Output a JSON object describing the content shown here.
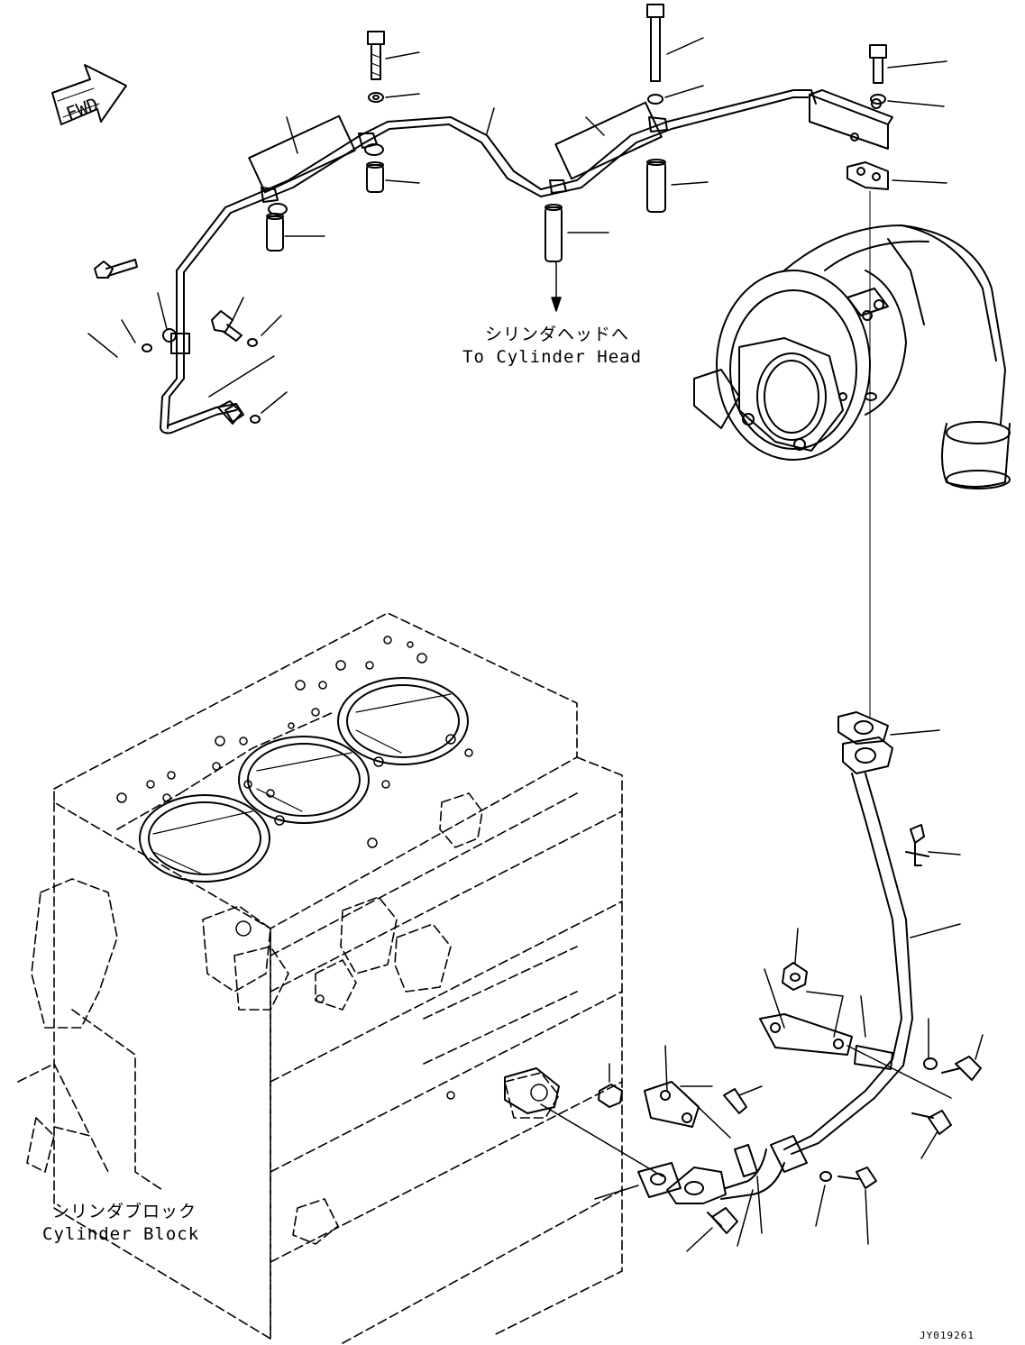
{
  "diagram": {
    "fwd_label": "FWD",
    "labels": {
      "cylinder_head_jp": "シリンダヘッドへ",
      "cylinder_head_en": "To Cylinder Head",
      "cylinder_block_jp": "シリンダブロック",
      "cylinder_block_en": "Cylinder Block"
    },
    "drawing_code": "JY019261"
  }
}
